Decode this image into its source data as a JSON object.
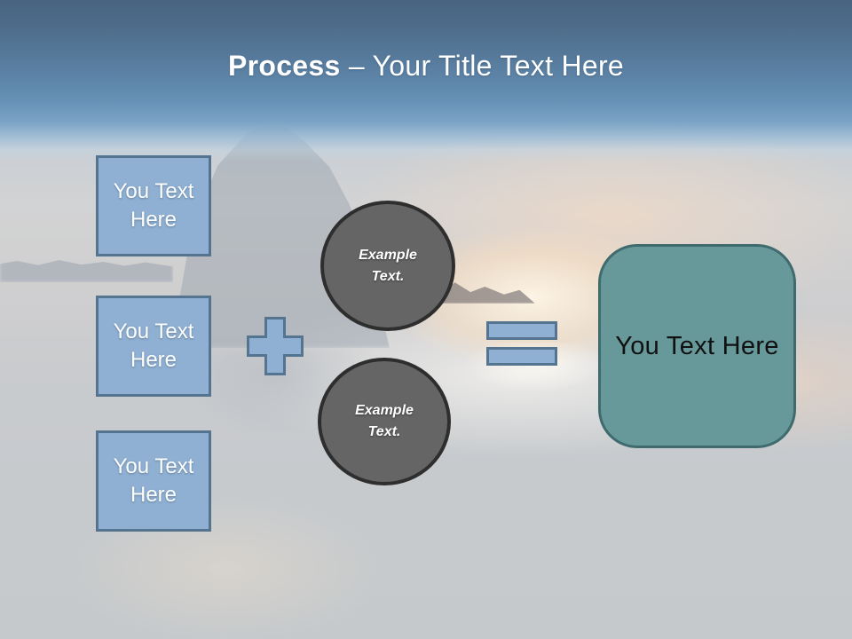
{
  "slide": {
    "title": {
      "keyword": "Process",
      "separator": "–",
      "rest": "Your Title Text Here"
    },
    "input_boxes": [
      {
        "label": "You Text Here"
      },
      {
        "label": "You Text Here"
      },
      {
        "label": "You Text Here"
      }
    ],
    "operators": {
      "plus": "plus-icon",
      "equals": "equals-icon"
    },
    "circles": [
      {
        "label": "Example Text."
      },
      {
        "label": "Example Text."
      }
    ],
    "result_box": {
      "label": "You Text Here"
    },
    "colors": {
      "accent_blue_fill": "#8fb0d2",
      "accent_blue_border": "#54748f",
      "circle_fill": "#656565",
      "circle_border": "#2e2e2e",
      "teal_fill": "#67999b",
      "teal_border": "#3f6b6e",
      "header_gradient_top": "#48637f",
      "header_gradient_bottom": "#7aa2c4",
      "title_text": "#ffffff",
      "result_text": "#101010"
    }
  }
}
